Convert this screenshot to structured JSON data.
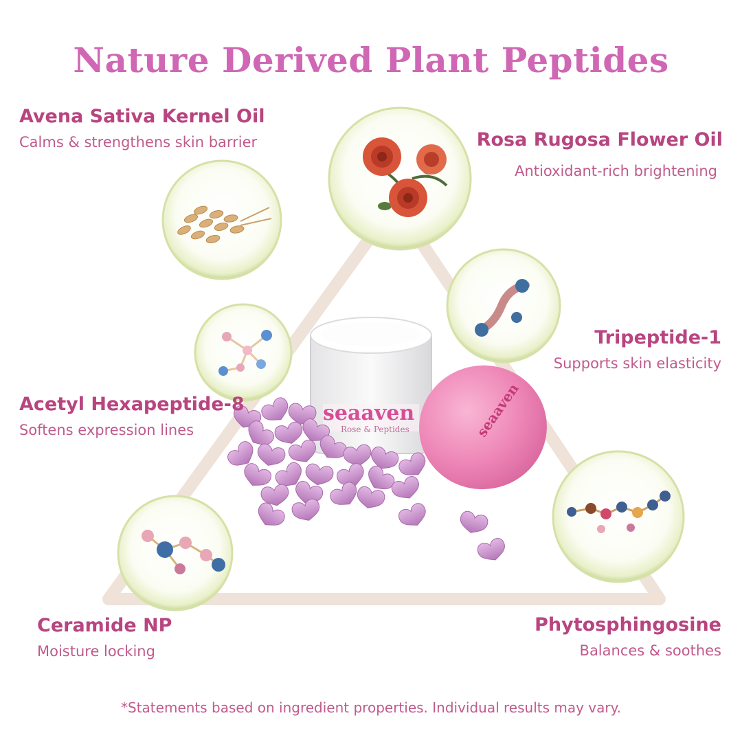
{
  "title": "Nature Derived Plant Peptides",
  "ingredients": [
    {
      "name": "Avena Sativa Kernel Oil",
      "desc": "Calms & strengthens skin barrier",
      "icon": "oat-grain-icon"
    },
    {
      "name": "Rosa Rugosa Flower Oil",
      "desc": "Antioxidant-rich brightening",
      "icon": "rose-icon"
    },
    {
      "name": "Tripeptide-1",
      "desc": "Supports skin elasticity",
      "icon": "molecule-icon"
    },
    {
      "name": "Acetyl Hexapeptide-8",
      "desc": "Softens expression lines",
      "icon": "molecule-icon"
    },
    {
      "name": "Ceramide NP",
      "desc": "Moisture locking",
      "icon": "molecule-icon"
    },
    {
      "name": "Phytosphingosine",
      "desc": "Balances & soothes",
      "icon": "molecule-icon"
    }
  ],
  "product": {
    "brand": "seaaven",
    "subtitle": "Rose & Peptides"
  },
  "footnote": "*Statements based on ingredient properties. Individual results may vary.",
  "colors": {
    "title": "#cf67b4",
    "label": "#b84480",
    "triangle": "#efe1d6",
    "capsule": "#c98fc8",
    "lid": "#ec86b7"
  }
}
